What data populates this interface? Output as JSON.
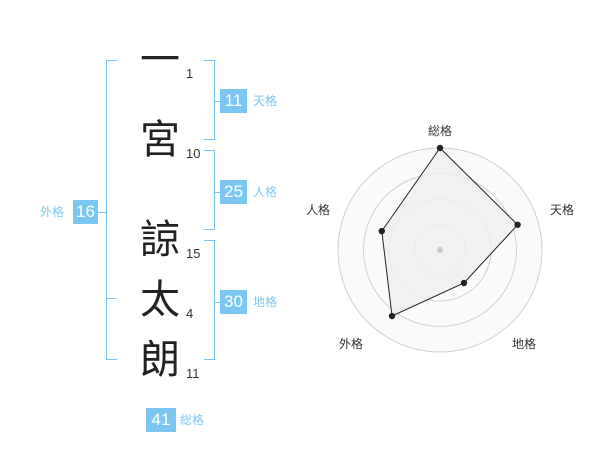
{
  "name": {
    "chars": [
      {
        "char": "一",
        "strokes": "1"
      },
      {
        "char": "宮",
        "strokes": "10"
      },
      {
        "char": "諒",
        "strokes": "15"
      },
      {
        "char": "太",
        "strokes": "4"
      },
      {
        "char": "朗",
        "strokes": "11"
      }
    ]
  },
  "kakusu": {
    "tenkaku": {
      "value": "11",
      "label": "天格"
    },
    "jinkaku": {
      "value": "25",
      "label": "人格"
    },
    "chikaku": {
      "value": "30",
      "label": "地格"
    },
    "gaikaku": {
      "value": "16",
      "label": "外格"
    },
    "soukaku": {
      "value": "41",
      "label": "総格"
    }
  },
  "chart_data": {
    "type": "radar",
    "axes": [
      "総格",
      "天格",
      "地格",
      "外格",
      "人格"
    ],
    "values": [
      5,
      4,
      2,
      4,
      3
    ],
    "rmax": 5,
    "rings": 4,
    "colors": {
      "fill": "#efefef",
      "line": "#222222",
      "ring": "#d0d0d0",
      "center": "#c8c8c8"
    }
  }
}
